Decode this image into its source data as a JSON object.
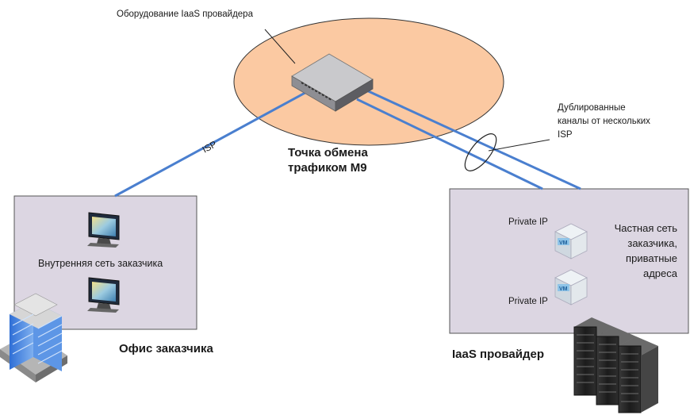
{
  "labels": {
    "iaas_equipment": "Оборудование IaaS провайдера",
    "exchange_point_line1": "Точка обмена",
    "exchange_point_line2": "трафиком М9",
    "isp_link": "ISP",
    "redundant_line1": "Дублированные",
    "redundant_line2": "каналы от нескольких",
    "redundant_line3": "ISP",
    "internal_network": "Внутренняя сеть заказчика",
    "customer_office": "Офис заказчика",
    "private_ip_1": "Private IP",
    "private_ip_2": "Private IP",
    "private_net_line1": "Частная сеть",
    "private_net_line2": "заказчика,",
    "private_net_line3": "приватные",
    "private_net_line4": "адреса",
    "iaas_provider": "IaaS провайдер",
    "vm_badge_1": "VM",
    "vm_badge_2": "VM"
  },
  "colors": {
    "ellipse_fill": "#fbc9a2",
    "box_fill": "#dcd6e2",
    "link_color": "#4a7fcf"
  },
  "icons": [
    "router-icon",
    "monitor-icon",
    "office-building-icon",
    "vm-cube-icon",
    "server-rack-icon"
  ]
}
